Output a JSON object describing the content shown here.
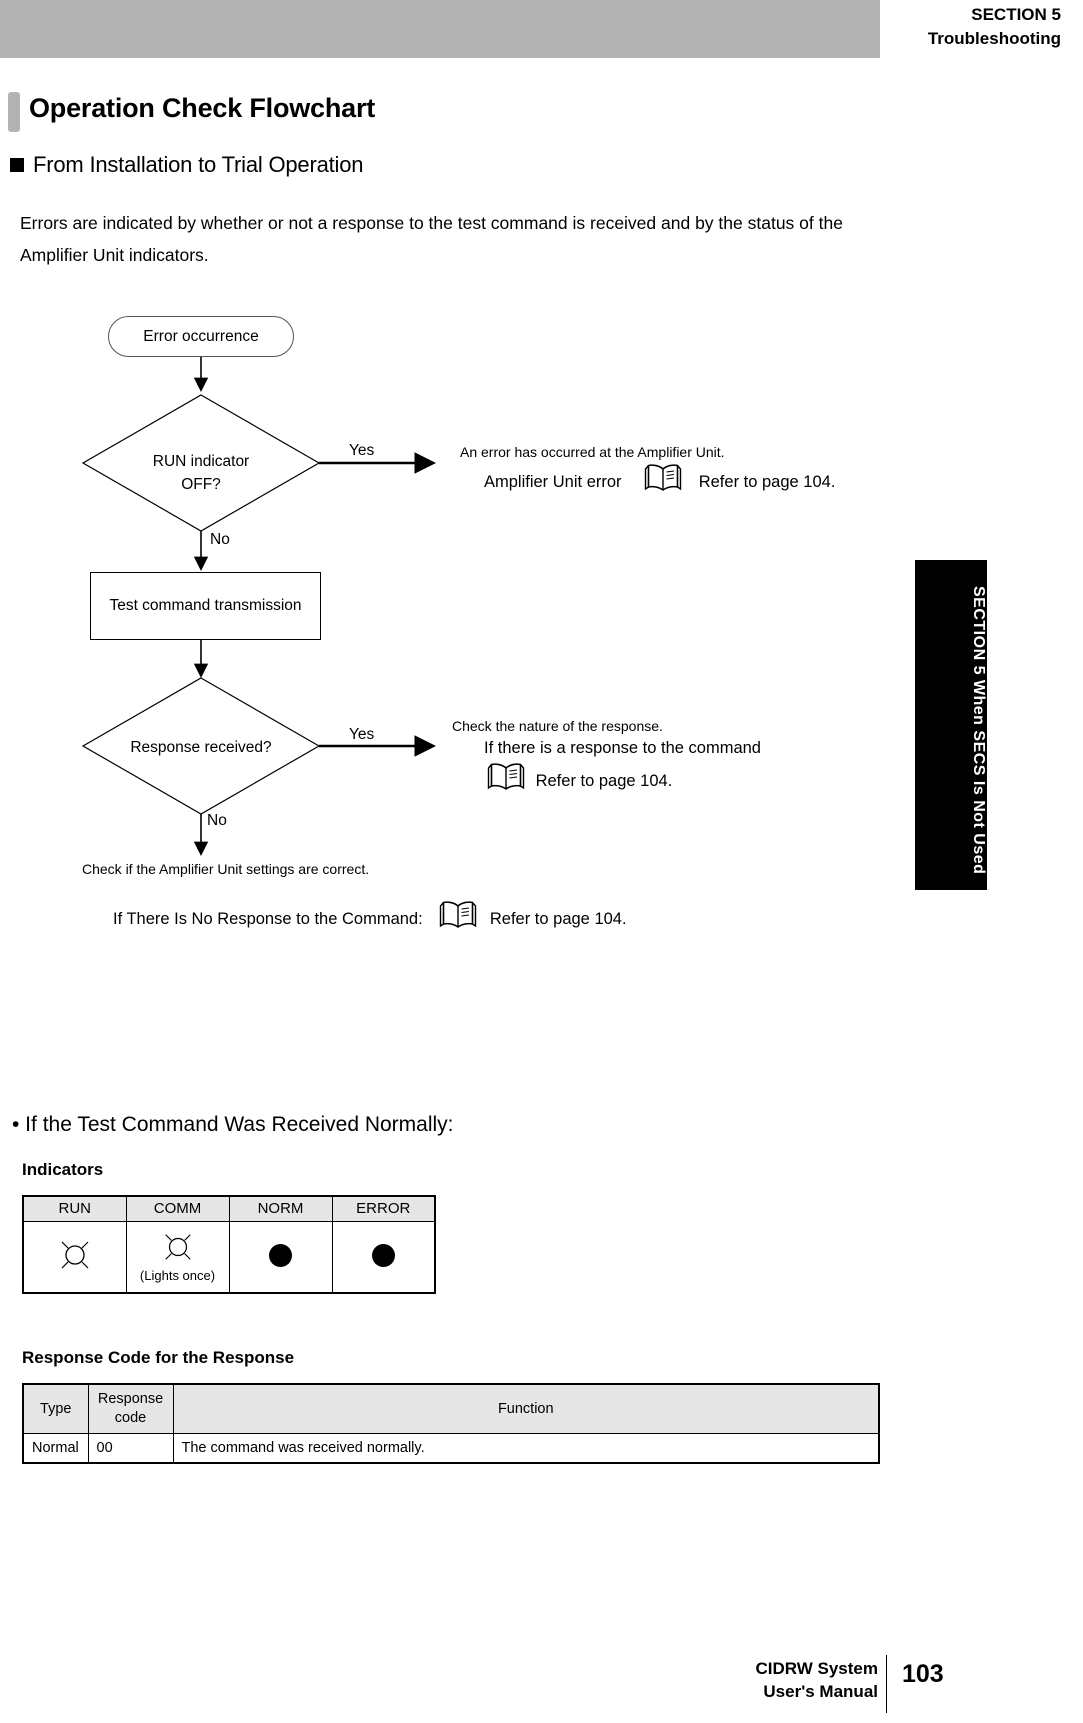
{
  "header": {
    "section": "SECTION 5",
    "chapter": "Troubleshooting",
    "band_color": "#b3b3b3"
  },
  "side_tab": {
    "label": "SECTION 5   When SECS Is Not Used",
    "bg_color": "#000000",
    "text_color": "#ffffff"
  },
  "title": {
    "main": "Operation Check Flowchart",
    "subhead": "From Installation to Trial Operation"
  },
  "intro": "Errors are indicated by whether or not a response to the test command is received and by the status of the Amplifier Unit indicators.",
  "flowchart": {
    "nodes": {
      "start": "Error occurrence",
      "decision1_line1": "RUN indicator",
      "decision1_line2": "OFF?",
      "process1": "Test command transmission",
      "decision2": "Response received?"
    },
    "edges": {
      "yes1": "Yes",
      "no1": "No",
      "yes2": "Yes",
      "no2": "No"
    },
    "annotations": {
      "branch1_line1": "An error has occurred at the Amplifier Unit.",
      "branch1_line2": "Amplifier Unit error",
      "branch1_ref": "Refer to page 104.",
      "branch2_line1": "Check the nature of the response.",
      "branch2_line2": "If there is a response to the command",
      "branch2_ref": "Refer to page 104.",
      "bottom_line1": "Check if the Amplifier Unit settings are correct.",
      "bottom_line2": "If There Is No Response to the Command:",
      "bottom_ref": "Refer to page 104."
    },
    "icons": {
      "reference": "open-book-icon"
    }
  },
  "lower": {
    "bullet": "• If the Test Command Was Received Normally:",
    "indicators_label": "Indicators",
    "indicators": {
      "headers": [
        "RUN",
        "COMM",
        "NORM",
        "ERROR"
      ],
      "cells": [
        {
          "icon": "lamp-lit-icon",
          "caption": ""
        },
        {
          "icon": "lamp-lit-icon",
          "caption": "(Lights once)"
        },
        {
          "icon": "lamp-off-dot-icon",
          "caption": ""
        },
        {
          "icon": "lamp-off-dot-icon",
          "caption": ""
        }
      ]
    },
    "response_label": "Response Code for the Response",
    "response_table": {
      "headers": [
        "Type",
        "Response code",
        "Function"
      ],
      "header_code_line1": "Response",
      "header_code_line2": "code",
      "rows": [
        {
          "type": "Normal",
          "code": "00",
          "function": "The command was received normally."
        }
      ]
    }
  },
  "footer": {
    "system": "CIDRW System",
    "manual": "User's Manual",
    "page": "103"
  }
}
